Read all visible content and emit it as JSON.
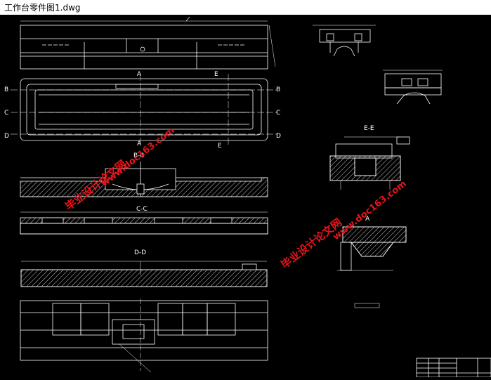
{
  "window": {
    "title": "工作台零件图1.dwg"
  },
  "labels": {
    "a_top": "A",
    "e_top": "E",
    "b_left": "B",
    "b_right": "B",
    "c_left": "C",
    "c_right": "C",
    "d_left": "D",
    "d_right": "D",
    "a_bottom": "A",
    "e_bottom": "E",
    "section_bb": "B-B",
    "section_cc": "C-C",
    "section_dd": "D-D",
    "section_ee": "E-E",
    "section_a": "A"
  },
  "watermarks": {
    "left_cn": "毕业设计论文网",
    "left_url": "www.doc163.com",
    "right_cn": "毕业设计论文网",
    "right_url": "www.doc163.com"
  },
  "colors": {
    "background": "#000000",
    "lines": "#ffffff",
    "watermark": "#e8141a"
  }
}
